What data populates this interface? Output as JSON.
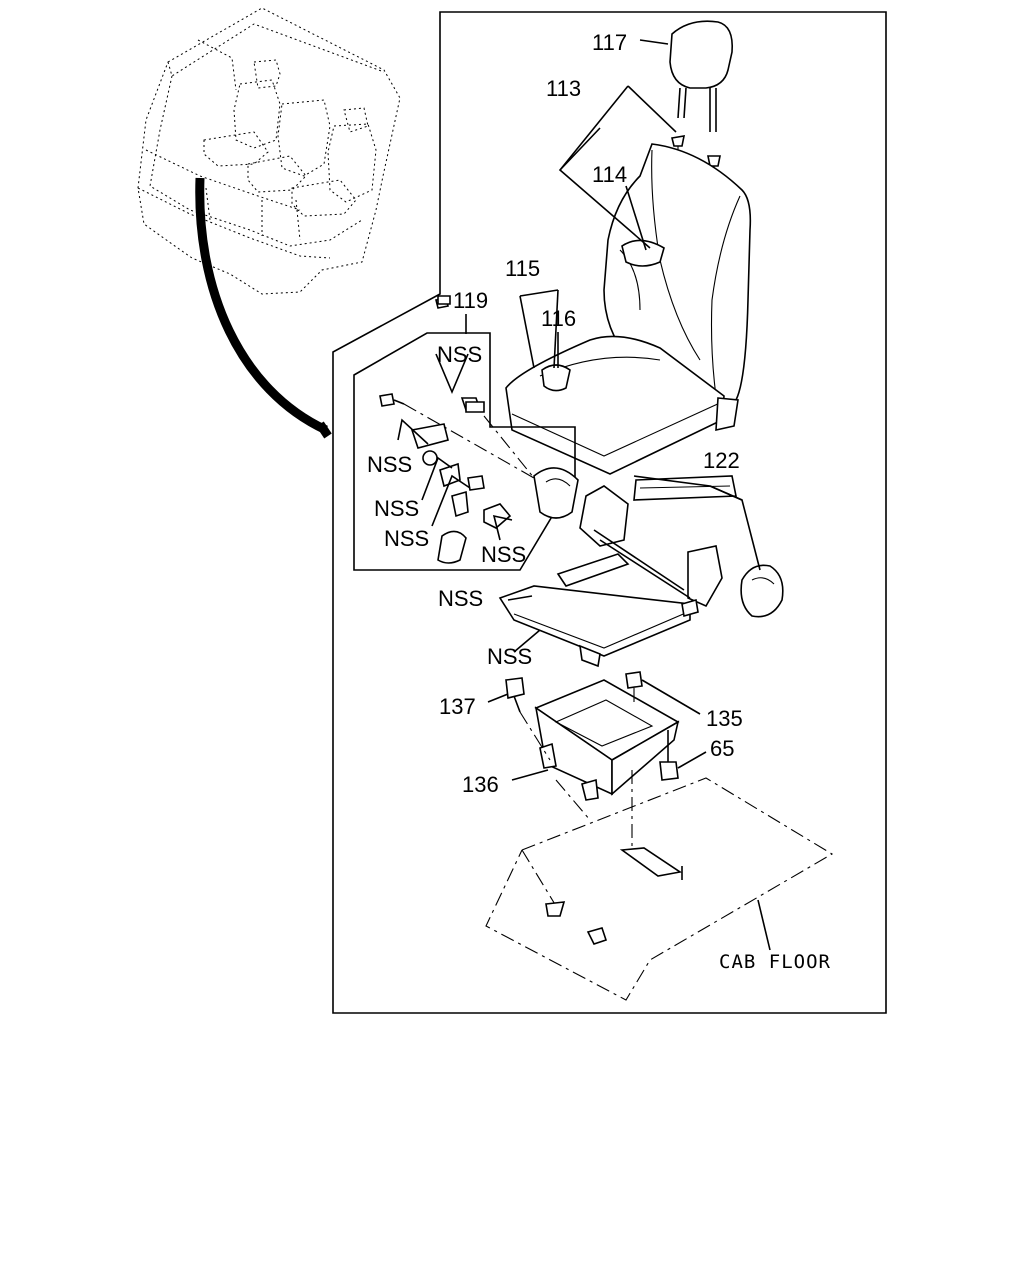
{
  "callouts": {
    "c117": "117",
    "c113": "113",
    "c114": "114",
    "c115": "115",
    "c116": "116",
    "c119": "119",
    "c122": "122",
    "c137": "137",
    "c135": "135",
    "c65": "65",
    "c136": "136"
  },
  "nss_labels": {
    "n1": "NSS",
    "n2": "NSS",
    "n3": "NSS",
    "n4": "NSS",
    "n5": "NSS",
    "n6": "NSS",
    "n7": "NSS"
  },
  "cab_floor_label": "CAB FLOOR",
  "colors": {
    "ink": "#000000",
    "paper": "#ffffff"
  }
}
